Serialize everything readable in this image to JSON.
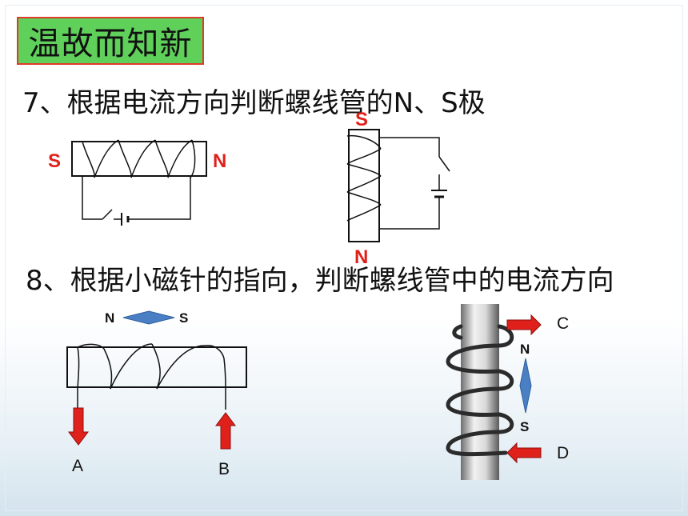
{
  "slide": {
    "title": "温故而知新",
    "question7": "7、根据电流方向判断螺线管的N、S极",
    "question8": "8、根据小磁针的指向，判断螺线管中的电流方向"
  },
  "figure1": {
    "left_pole": "S",
    "right_pole": "N"
  },
  "figure2": {
    "top_pole": "S",
    "bottom_pole": "N"
  },
  "figure3": {
    "needle_left": "N",
    "needle_right": "S",
    "wire_left": "A",
    "wire_right": "B"
  },
  "figure4": {
    "needle_top": "N",
    "needle_bottom": "S",
    "wire_top": "C",
    "wire_bottom": "D"
  },
  "colors": {
    "title_bg": "#5fd05a",
    "title_border": "#e03a2a",
    "pole_text": "#e0201a",
    "needle": "#4a7fc4",
    "arrow": "#e0201a"
  }
}
